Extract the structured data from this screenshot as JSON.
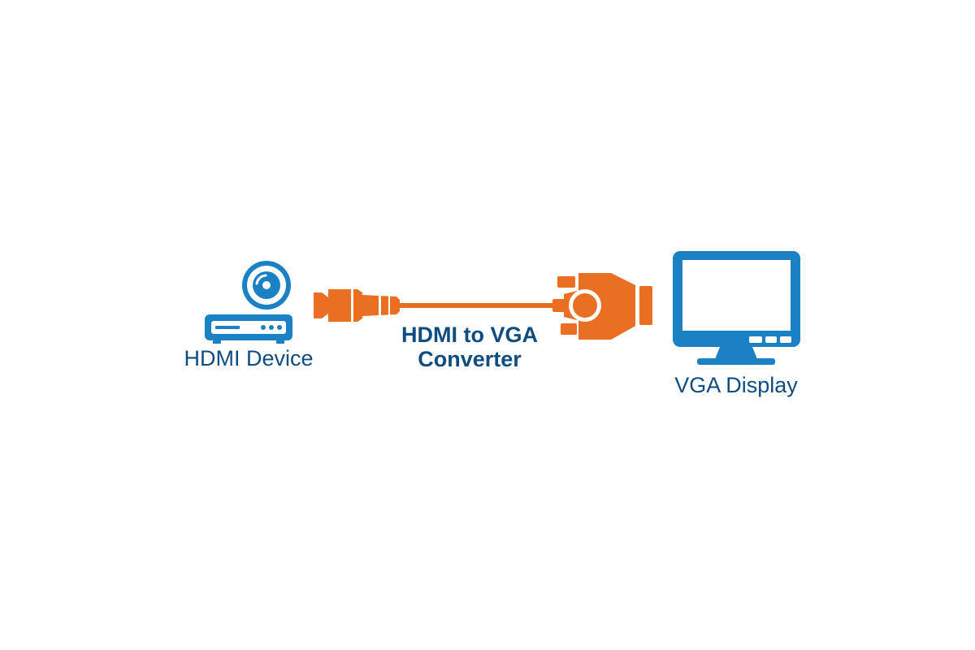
{
  "labels": {
    "hdmi_device": "HDMI Device",
    "converter_line1": "HDMI to VGA",
    "converter_line2": "Converter",
    "vga_display": "VGA Display"
  },
  "colors": {
    "blue": "#1a82c4",
    "dark_blue": "#0f4c81",
    "orange": "#ea6f23",
    "background": "#ffffff"
  },
  "icons": {
    "source": "disc-player-icon",
    "cable": "hdmi-vga-cable-icon",
    "target": "monitor-icon"
  }
}
